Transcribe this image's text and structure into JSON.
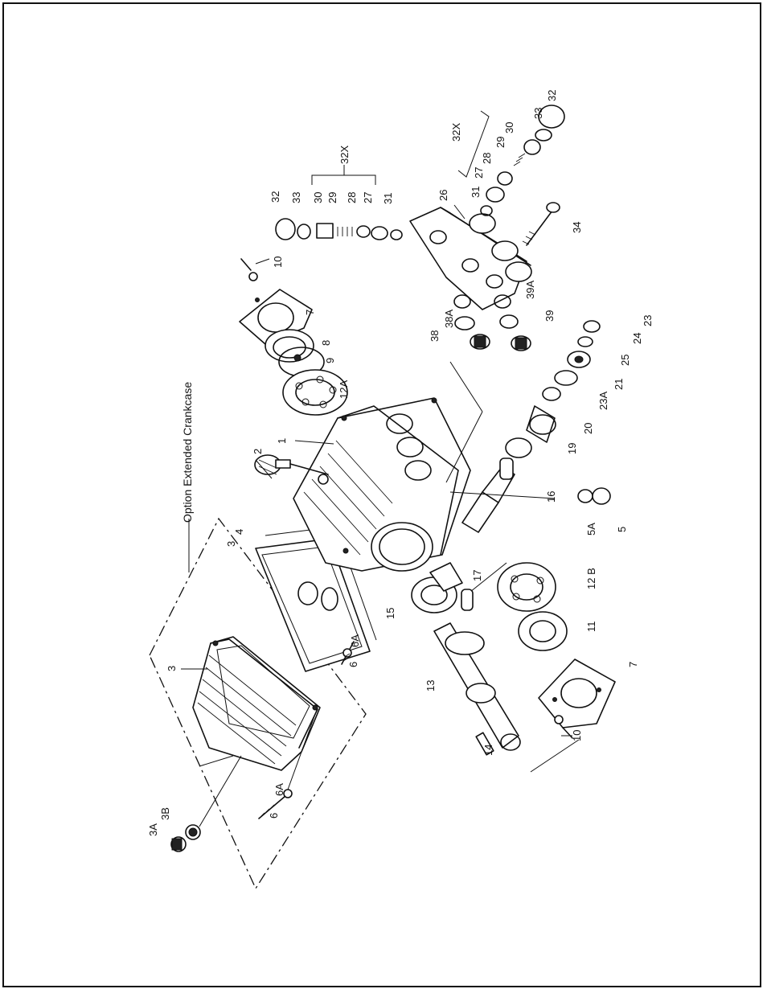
{
  "diagram": {
    "caption": "Option Extended Crankcase",
    "labels": {
      "l1": "1",
      "l2": "2",
      "l3a": "3",
      "l3b": "3",
      "l3c": "3",
      "l3A": "3A",
      "l3B": "3B",
      "l4": "4",
      "l5": "5",
      "l5A": "5A",
      "l6a": "6",
      "l6b": "6",
      "l6Aa": "6A",
      "l6Ab": "6A",
      "l7a": "7",
      "l7b": "7",
      "l8": "8",
      "l9": "9",
      "l10a": "10",
      "l10b": "10",
      "l11": "11",
      "l12A": "12A",
      "l12B": "12 B",
      "l13": "13",
      "l14": "14",
      "l15": "15",
      "l16": "16",
      "l17": "17",
      "l19": "19",
      "l20": "20",
      "l21": "21",
      "l23": "23",
      "l23A": "23A",
      "l24": "24",
      "l25": "25",
      "l26": "26",
      "l27a": "27",
      "l28a": "28",
      "l29a": "29",
      "l30a": "30",
      "l31a": "31",
      "l32a": "32",
      "l33a": "33",
      "l32Xa": "32X",
      "l27b": "27",
      "l28b": "28",
      "l29b": "29",
      "l30b": "30",
      "l31b": "31",
      "l32b": "32",
      "l33b": "33",
      "l32Xb": "32X",
      "l34": "34",
      "l38": "38",
      "l38A": "38A",
      "l39": "39",
      "l39A": "39A"
    }
  }
}
